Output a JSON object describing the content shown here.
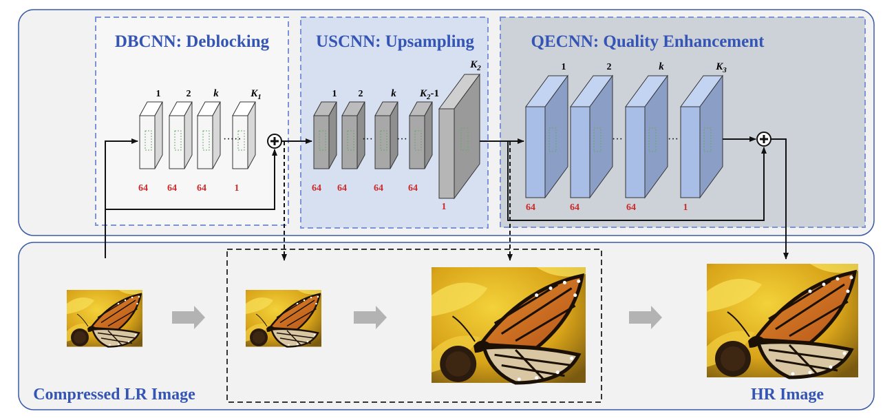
{
  "modules": {
    "dbcnn": {
      "title": "DBCNN: Deblocking",
      "layer_labels": [
        "1",
        "2",
        "k",
        "K"
      ],
      "last_label_subscript": "1",
      "channels": [
        "64",
        "64",
        "64",
        "1"
      ]
    },
    "uscnn": {
      "title": "USCNN: Upsampling",
      "layer_labels": [
        "1",
        "2",
        "k",
        "K"
      ],
      "penultimate_label_suffix": "-1",
      "last_label": "K",
      "last_label_subscript": "2",
      "channels": [
        "64",
        "64",
        "64",
        "64",
        "1"
      ]
    },
    "qecnn": {
      "title": "QECNN: Quality Enhancement",
      "layer_labels": [
        "1",
        "2",
        "k",
        "K"
      ],
      "last_label_subscript": "3",
      "channels": [
        "64",
        "64",
        "64",
        "1"
      ]
    }
  },
  "images": {
    "input_label": "Compressed LR Image",
    "output_label": "HR Image"
  },
  "colors": {
    "title_blue": "#3555b5",
    "channel_red": "#cc2a2a",
    "usc_bg": "#d6e0f1",
    "qec_bg": "#cdd1d8",
    "qec_layer": "#a9bee6"
  }
}
